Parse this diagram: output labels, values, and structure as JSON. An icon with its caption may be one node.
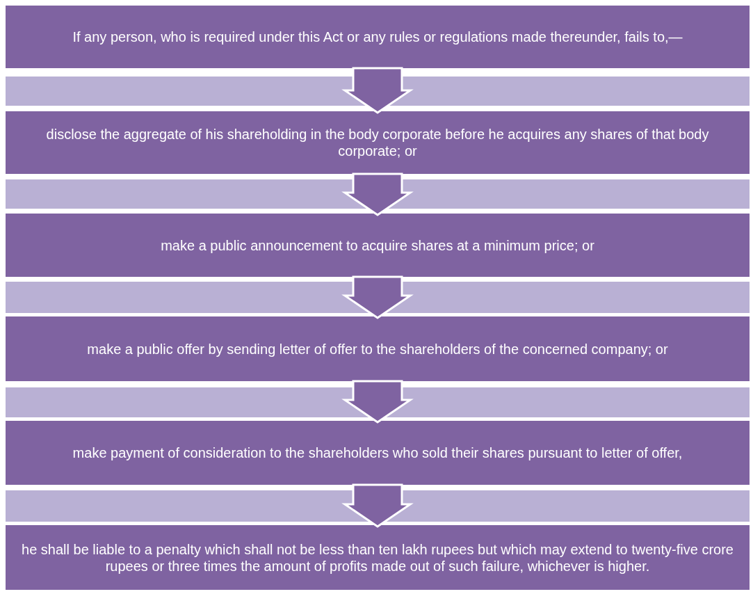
{
  "diagram": {
    "nodes": [
      {
        "text": [
          "If any person, who is required under this Act or any rules or regulations made thereunder, fails to,—"
        ]
      },
      {
        "text": [],
        "shape": "bar"
      },
      {
        "text": [
          "disclose the aggregate of his shareholding in the body corporate before he acquires any shares of that body corporate; or"
        ]
      },
      {
        "text": [],
        "shape": "bar"
      },
      {
        "text": [
          "make a public announcement to acquire shares at a minimum price; or"
        ]
      },
      {
        "text": [],
        "shape": "bar"
      },
      {
        "text": [
          "make a public offer by sending letter of offer to the shareholders of the concerned company; or"
        ]
      },
      {
        "text": [],
        "shape": "bar"
      },
      {
        "text": [
          "make payment of consideration to the shareholders who sold their shares pursuant to letter of offer,"
        ]
      },
      {
        "text": [],
        "shape": "bar"
      },
      {
        "text": [
          "he shall be liable to a penalty which shall not be less than ten lakh rupees but which may extend to twenty-five crore rupees or three times the amount of profits made out of such failure, whichever is higher."
        ]
      }
    ],
    "edges": [
      {
        "from": 0,
        "to": 2,
        "arrow": "to"
      },
      {
        "from": 2,
        "to": 4,
        "arrow": "to"
      },
      {
        "from": 4,
        "to": 6,
        "arrow": "to"
      },
      {
        "from": 6,
        "to": 8,
        "arrow": "to"
      },
      {
        "from": 8,
        "to": 10,
        "arrow": "to"
      }
    ]
  }
}
